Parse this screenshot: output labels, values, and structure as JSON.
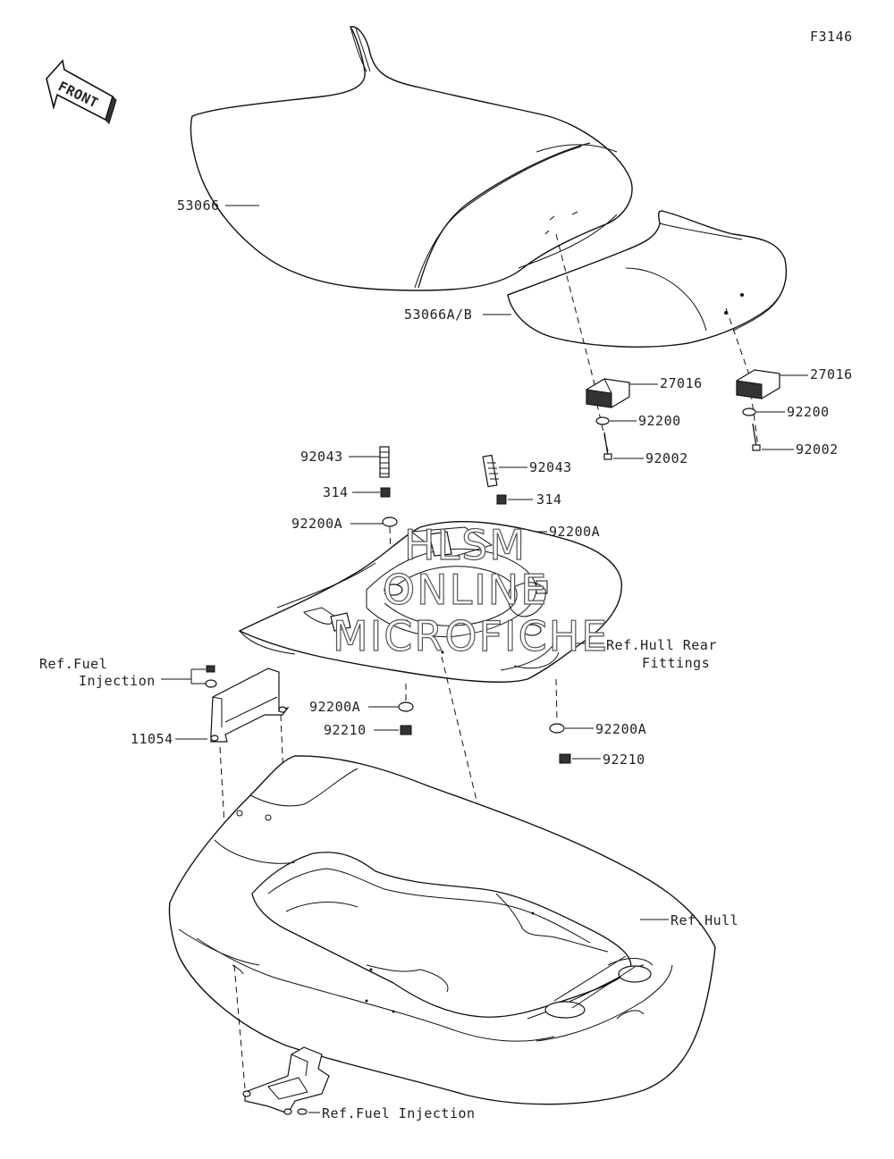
{
  "figure_code": "F3146",
  "direction_label": "FRONT",
  "watermark": {
    "line1": "HLSM",
    "line2": "ONLINE",
    "line3": "MICROFICHE"
  },
  "callouts": {
    "seat_front": "53066",
    "seat_rear": "53066A/B",
    "stopper_left": "27016",
    "stopper_right": "27016",
    "washer_left": "92200",
    "washer_right": "92200",
    "bolt_left": "92002",
    "bolt_right": "92002",
    "stud_left": "92043",
    "stud_right": "92043",
    "nut314_left": "314",
    "nut314_right": "314",
    "washerA_top_left": "92200A",
    "washerA_top_right": "92200A",
    "hull_rear_fittings_1": "Ref.Hull Rear",
    "hull_rear_fittings_2": "Fittings",
    "fuel_injection_1": "Ref.Fuel",
    "fuel_injection_2": "Injection",
    "bracket": "11054",
    "washerA_bottom_left": "92200A",
    "nut_bottom_left": "92210",
    "washerA_bottom_right": "92200A",
    "nut_bottom_right": "92210",
    "hull": "Ref.Hull",
    "fuel_injection_bottom": "Ref.Fuel Injection"
  }
}
